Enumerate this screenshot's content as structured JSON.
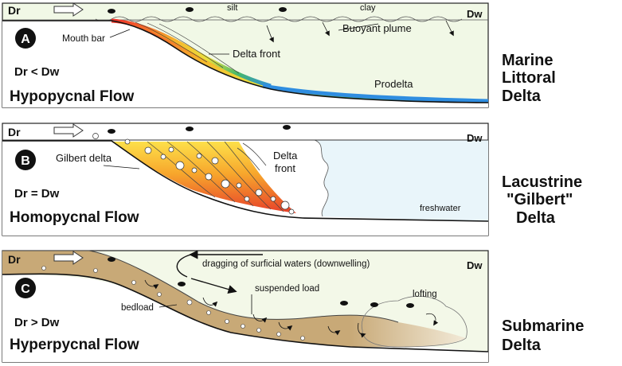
{
  "panels": {
    "a": {
      "letter": "A",
      "dr": "Dr",
      "dw": "Dw",
      "relation": "Dr < Dw",
      "flow": "Hypopycnal Flow",
      "labels": {
        "silt": "silt",
        "clay": "clay",
        "mouth_bar": "Mouth bar",
        "buoyant_plume": "Buoyant plume",
        "delta_front": "Delta front",
        "prodelta": "Prodelta"
      },
      "side_title": [
        "Marine",
        "Littoral",
        "Delta"
      ]
    },
    "b": {
      "letter": "B",
      "dr": "Dr",
      "dw": "Dw",
      "relation": "Dr = Dw",
      "flow": "Homopycnal Flow",
      "labels": {
        "gilbert_delta": "Gilbert delta",
        "delta_front_1": "Delta",
        "delta_front_2": "front",
        "freshwater": "freshwater"
      },
      "side_title": [
        "Lacustrine",
        "\"Gilbert\"",
        "Delta"
      ]
    },
    "c": {
      "letter": "C",
      "dr": "Dr",
      "dw": "Dw",
      "relation": "Dr > Dw",
      "flow": "Hyperpycnal Flow",
      "labels": {
        "dragging": "dragging of surficial waters (downwelling)",
        "suspended_load": "suspended load",
        "bedload": "bedload",
        "lofting": "lofting"
      },
      "side_title": [
        "Submarine",
        "Delta"
      ]
    }
  },
  "colors": {
    "water_a": "#f1f8e6",
    "water_b": "#e9f5fa",
    "water_c": "#f3f8e8",
    "sediment_c": "#c8a977",
    "prodelta": "#2f8de0",
    "outline": "#1a1a1a"
  }
}
